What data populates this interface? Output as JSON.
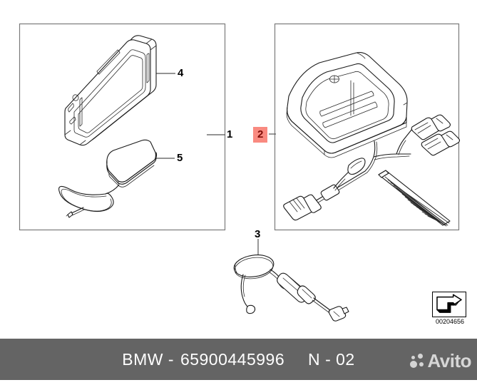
{
  "document": {
    "type": "parts-diagram",
    "background_color": "#ffffff"
  },
  "panels": [
    {
      "id": "panel-left",
      "callout": "1",
      "items": [
        {
          "label": "4",
          "name": "navigation-display-unit"
        },
        {
          "label": "5",
          "name": "gps-antenna-puck"
        }
      ]
    },
    {
      "id": "panel-right",
      "callout": "2",
      "callout_highlighted": true,
      "items": [
        {
          "label": "2",
          "name": "docking-cradle-with-wiring-harness"
        }
      ]
    }
  ],
  "callouts": {
    "one": "1",
    "two": "2",
    "three": "3",
    "four": "4",
    "five": "5"
  },
  "highlight": {
    "background_color": "#f98a80",
    "text_color": "#7e0c06"
  },
  "part_number_box": {
    "icon": "arrow-block-icon",
    "code": "00204656"
  },
  "footer": {
    "background_color": "#646464",
    "brand": "BMW",
    "separator": "-",
    "part_number": "65900445996",
    "sheet_prefix": "N",
    "sheet_separator": "-",
    "sheet_number": "02",
    "full_text": "BMW - 65900445996     N - 02",
    "text_color": "#ffffff"
  },
  "watermark": {
    "name": "avito-logo",
    "text": "Avito",
    "color": "#d6d6d6"
  }
}
